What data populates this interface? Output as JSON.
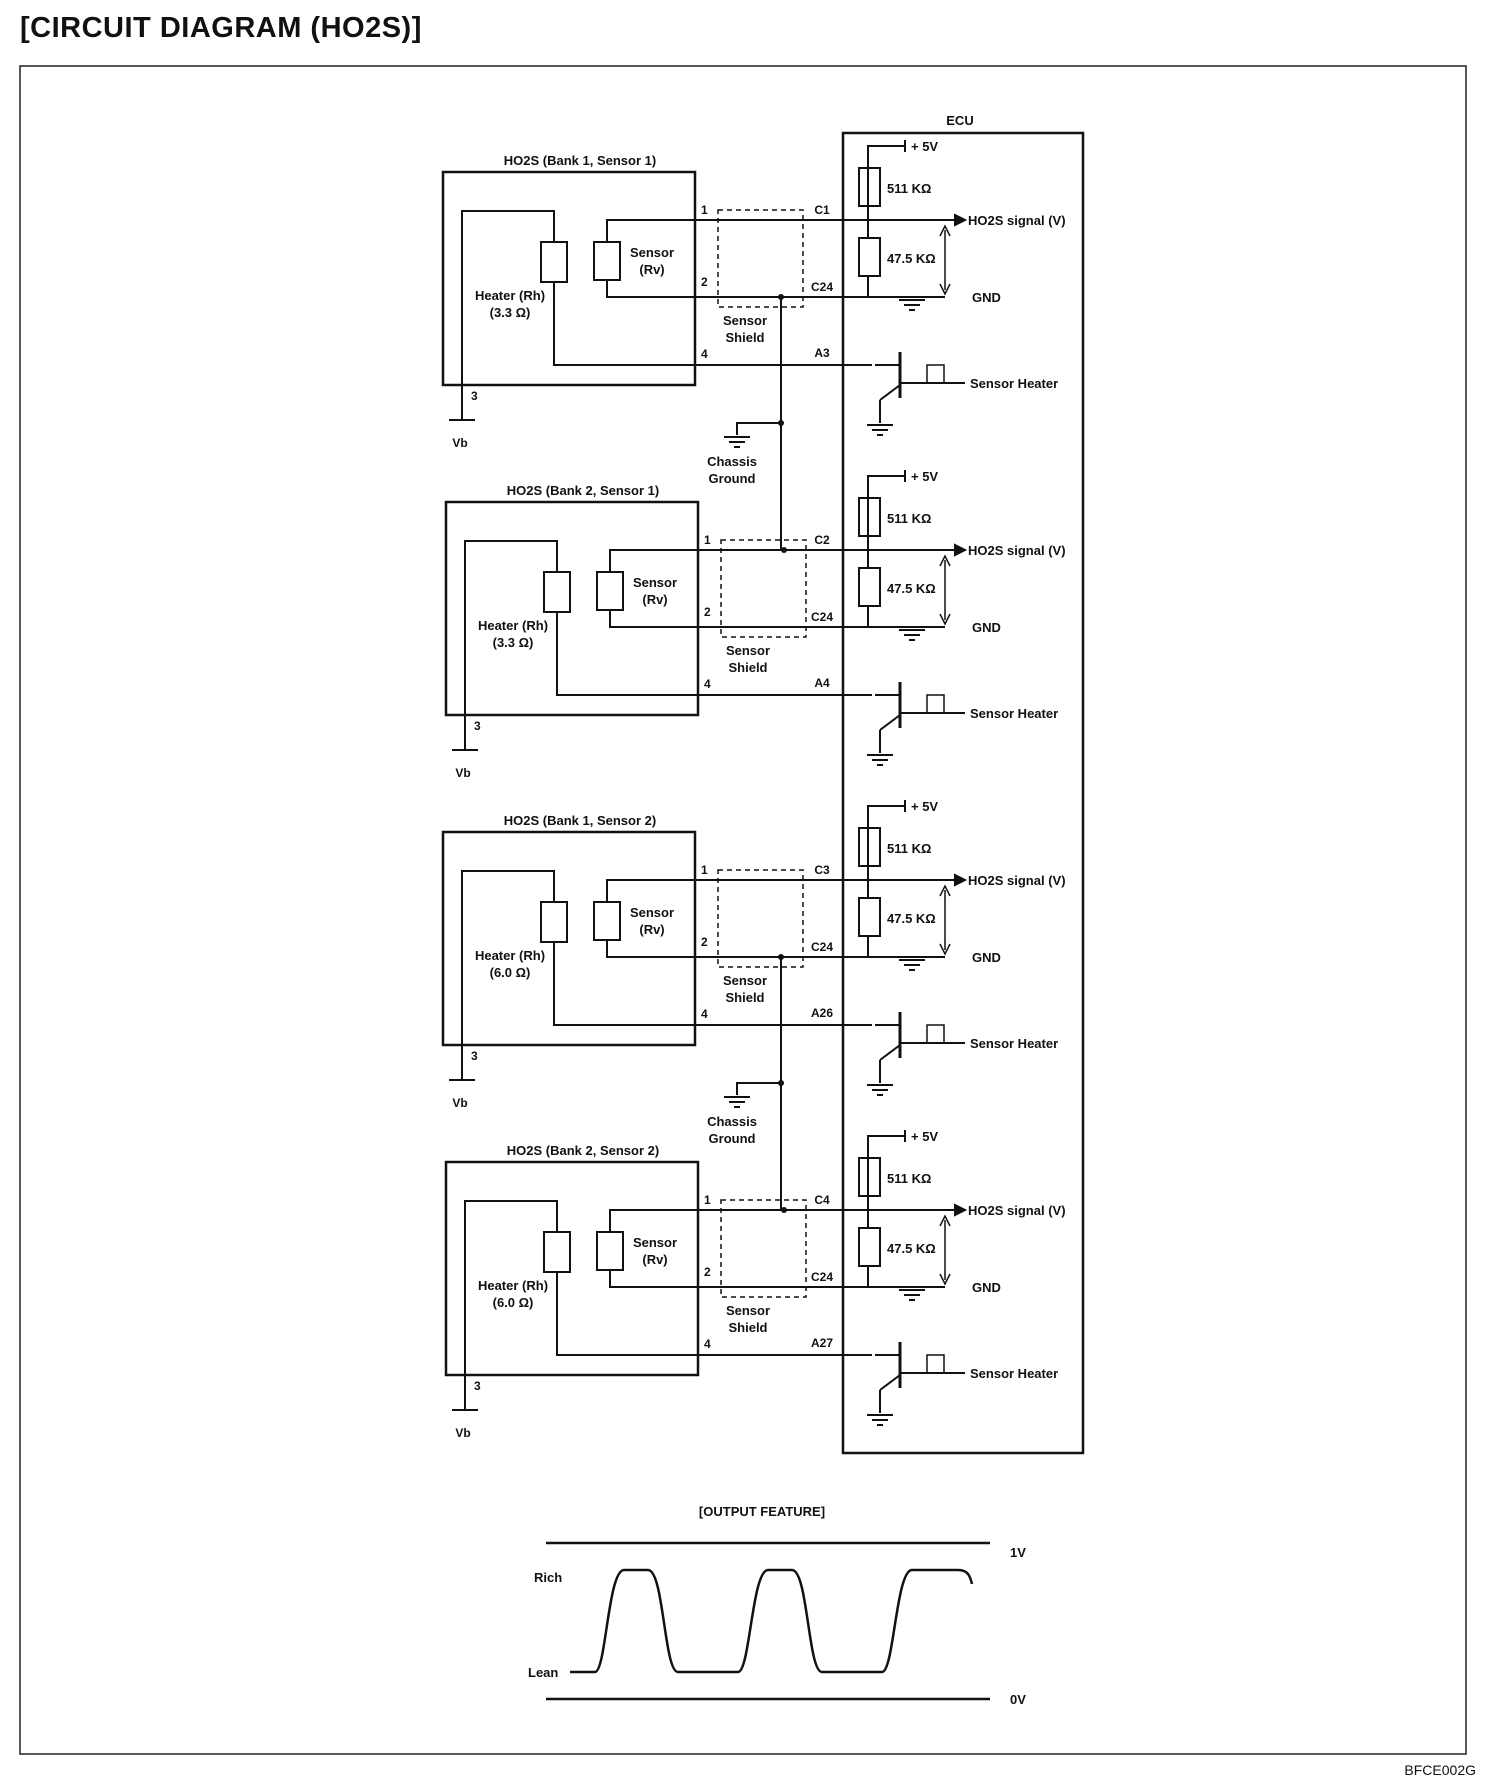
{
  "title": "[CIRCUIT DIAGRAM (HO2S)]",
  "ecu_label": "ECU",
  "sensors": [
    {
      "label": "HO2S (Bank 1, Sensor 1)",
      "heater": "Heater (Rh)",
      "heater_value": "(3.3 Ω)",
      "signal_pin": "C1",
      "ground_pin": "C24",
      "heater_pin": "A3",
      "shield_to_ground": "down"
    },
    {
      "label": "HO2S (Bank 2, Sensor 1)",
      "heater": "Heater (Rh)",
      "heater_value": "(3.3 Ω)",
      "signal_pin": "C2",
      "ground_pin": "C24",
      "heater_pin": "A4",
      "shield_to_ground": "up"
    },
    {
      "label": "HO2S (Bank 1, Sensor 2)",
      "heater": "Heater (Rh)",
      "heater_value": "(6.0 Ω)",
      "signal_pin": "C3",
      "ground_pin": "C24",
      "heater_pin": "A26",
      "shield_to_ground": "down"
    },
    {
      "label": "HO2S (Bank 2, Sensor 2)",
      "heater": "Heater (Rh)",
      "heater_value": "(6.0 Ω)",
      "signal_pin": "C4",
      "ground_pin": "C24",
      "heater_pin": "A27",
      "shield_to_ground": "up"
    }
  ],
  "common": {
    "sensor": "Sensor",
    "sensor_sub": "(Rv)",
    "pin1": "1",
    "pin2": "2",
    "pin3": "3",
    "pin4": "4",
    "vb": "Vb",
    "shield_line1": "Sensor",
    "shield_line2": "Shield",
    "supply": "+ 5V",
    "r_top": "511 KΩ",
    "r_bottom": "47.5 KΩ",
    "signal": "HO2S signal (V)",
    "gnd": "GND",
    "heater_out": "Sensor Heater",
    "chassis_line1": "Chassis",
    "chassis_line2": "Ground"
  },
  "output_feature": {
    "title": "[OUTPUT FEATURE]",
    "upper_level": "1V",
    "lower_level": "0V",
    "rich": "Rich",
    "lean": "Lean",
    "cycles": 3
  },
  "footer_code": "BFCE002G"
}
